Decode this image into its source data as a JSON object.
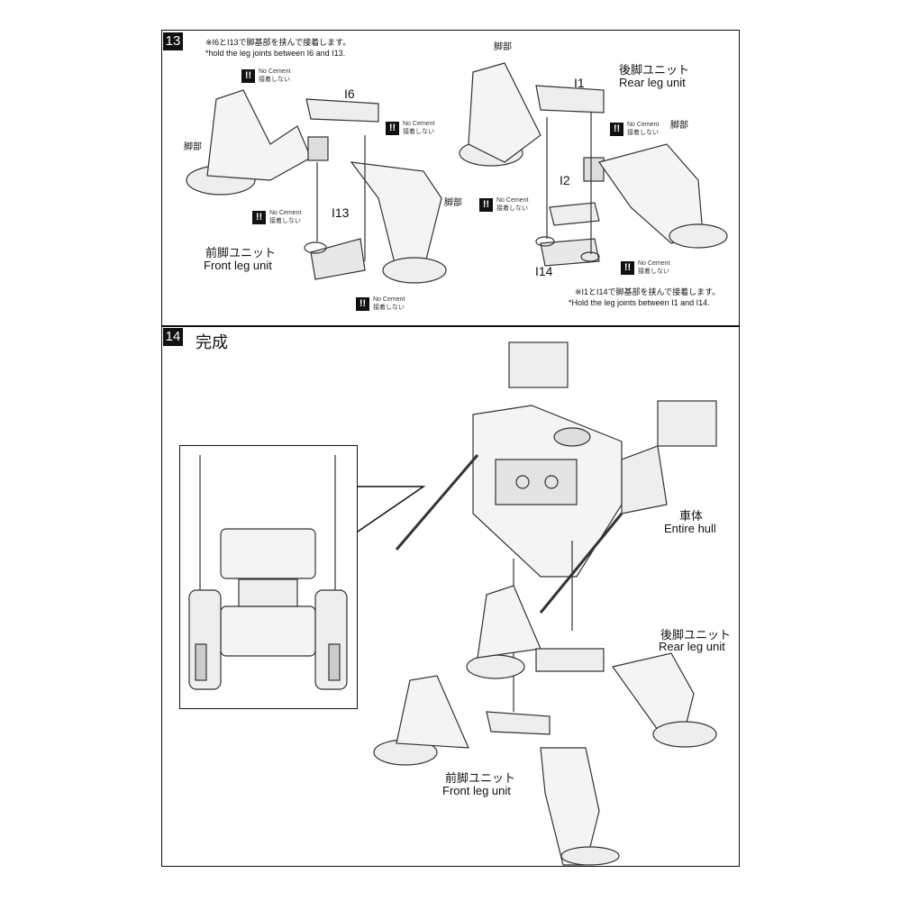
{
  "step13": {
    "number": "13",
    "note_ja": "※I6とI13で脚基部を挟んで接着します。",
    "note_en": "*hold the leg joints between I6 and I13.",
    "note2_ja": "※I1とI14で脚基部を挟んで接着します。",
    "note2_en": "*Hold the leg joints between I1 and I14.",
    "warning_en": "No Cement",
    "warning_ja": "接着しない",
    "warning_icon": "!!",
    "parts": {
      "i6": "I6",
      "i13": "I13",
      "i1": "I1",
      "i2": "I2",
      "i14": "I14",
      "leg": "脚部"
    },
    "front_unit_ja": "前脚ユニット",
    "front_unit_en": "Front leg unit",
    "rear_unit_ja": "後脚ユニット",
    "rear_unit_en": "Rear leg unit"
  },
  "step14": {
    "number": "14",
    "title": "完成",
    "hull_ja": "車体",
    "hull_en": "Entire hull",
    "rear_unit_ja": "後脚ユニット",
    "rear_unit_en": "Rear leg unit",
    "front_unit_ja": "前脚ユニット",
    "front_unit_en": "Front leg unit"
  }
}
